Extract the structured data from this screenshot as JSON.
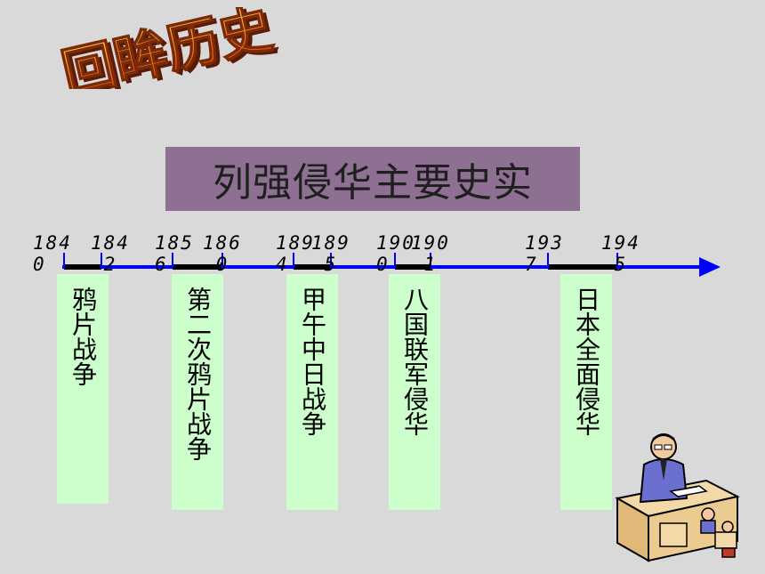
{
  "wordart": {
    "text": "回眸历史"
  },
  "title": "列强侵华主要史实",
  "years": [
    {
      "id": "y1",
      "line1": "184",
      "line2": "0"
    },
    {
      "id": "y2",
      "line1": "184",
      "line2": "2"
    },
    {
      "id": "y3",
      "line1": "185",
      "line2": "6"
    },
    {
      "id": "y4",
      "line1": "186",
      "line2": "0"
    },
    {
      "id": "y5",
      "line1": "189",
      "line2": "4"
    },
    {
      "id": "y6",
      "line1": "189",
      "line2": "5"
    },
    {
      "id": "y7",
      "line1": "190",
      "line2": "0"
    },
    {
      "id": "y8",
      "line1": "190",
      "line2": "1"
    },
    {
      "id": "y9",
      "line1": "193",
      "line2": "7"
    },
    {
      "id": "y10",
      "line1": "194",
      "line2": "5"
    }
  ],
  "events": [
    {
      "id": "e1",
      "label": "鸦片战争"
    },
    {
      "id": "e2",
      "label": "第二次鸦片战争"
    },
    {
      "id": "e3",
      "label": "甲午中日战争"
    },
    {
      "id": "e4",
      "label": "八国联军侵华"
    },
    {
      "id": "e5",
      "label": "日本全面侵华"
    }
  ],
  "colors": {
    "background": "#d9d9d9",
    "title_box": "#8e7192",
    "event_box": "#ccffcc",
    "axis": "#0000ff",
    "period_bar": "#000000",
    "wordart_fill": "#e84a10"
  },
  "clipart": {
    "icon": "teacher-at-desk-icon"
  }
}
